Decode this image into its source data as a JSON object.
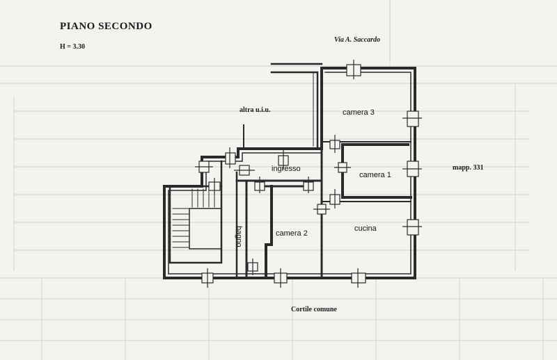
{
  "plan": {
    "title": "PIANO SECONDO",
    "height": "H = 3.30",
    "street": "Via A. Saccardo",
    "other_property": "altra u.i.u.",
    "parcel": "mapp. 331",
    "courtyard": "Cortile comune"
  },
  "rooms": {
    "camera3": "camera 3",
    "ingresso": "ingresso",
    "camera1": "camera 1",
    "cucina": "cucina",
    "camera2": "camera 2",
    "bagno": "bagno"
  },
  "colors": {
    "wall": "#2a2a2a",
    "background": "#f3f3f0",
    "faint_table": "#cfcfca"
  }
}
